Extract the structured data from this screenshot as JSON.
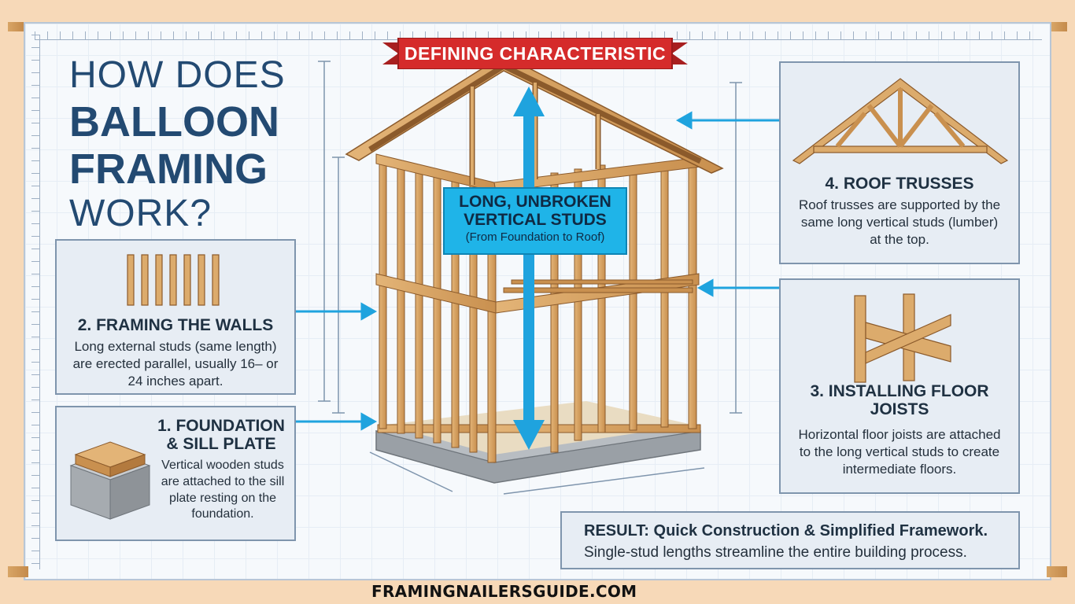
{
  "title": {
    "line1": "HOW DOES",
    "line2": "BALLOON",
    "line3": "FRAMING",
    "line4": "WORK?"
  },
  "banner": {
    "text": "DEFINING CHARACTERISTIC",
    "color": "#d52b2b"
  },
  "callout": {
    "title": "LONG, UNBROKEN VERTICAL STUDS",
    "subtitle": "(From Foundation to Roof)",
    "color": "#1fb4e8"
  },
  "steps": {
    "framing_walls": {
      "title": "2. FRAMING THE WALLS",
      "desc": "Long external studs (same length) are erected parallel, usually 16– or 24 inches apart."
    },
    "foundation": {
      "title": "1. FOUNDATION & SILL PLATE",
      "desc": "Vertical wooden studs are attached to the sill plate resting on the foundation."
    },
    "roof_trusses": {
      "title": "4. ROOF TRUSSES",
      "desc": "Roof trusses are supported by the same long vertical studs (lumber) at the top."
    },
    "floor_joists": {
      "title": "3. INSTALLING FLOOR JOISTS",
      "desc": "Horizontal floor joists are attached to the long vertical studs to create intermediate floors."
    }
  },
  "result": {
    "title": "RESULT: Quick Construction & Simplified Framework.",
    "desc": "Single-stud lengths streamline the entire building process."
  },
  "footer": {
    "url": "FRAMINGNAILERSGUIDE.COM"
  },
  "colors": {
    "title_blue": "#234a72",
    "arrow_blue": "#1fa3de",
    "wood": "#d9a869"
  }
}
